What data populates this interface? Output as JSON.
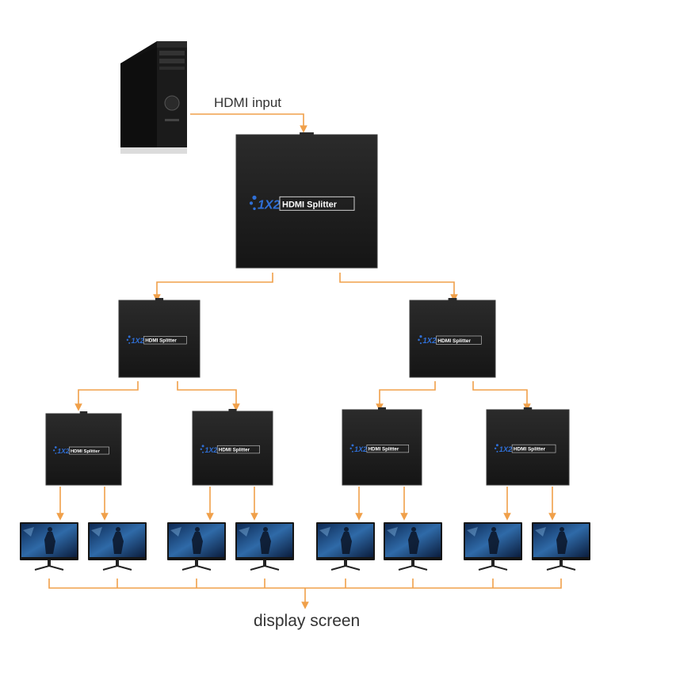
{
  "labels": {
    "input": "HDMI input",
    "output": "display screen"
  },
  "splitter": {
    "model": "1X2",
    "name": "HDMI Splitter"
  },
  "colors": {
    "connector": "#f0a04a",
    "box": "#1f1f1f",
    "box_edge": "#3a3a3a",
    "brand_blue": "#2f6fd6",
    "monitor_frame": "#151515"
  }
}
